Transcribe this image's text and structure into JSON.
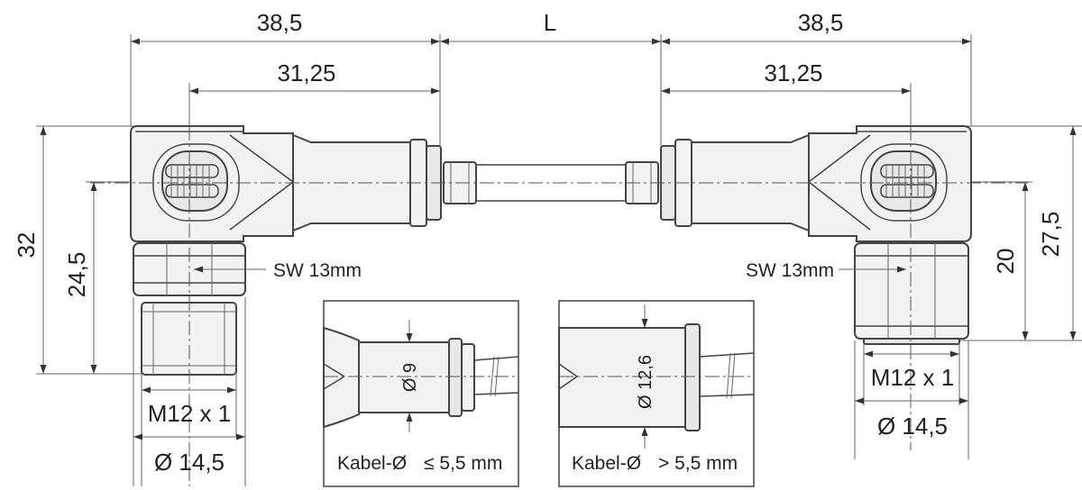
{
  "dimensions": {
    "left_total": "38,5",
    "cable_length": "L",
    "right_total": "38,5",
    "left_inner": "31,25",
    "right_inner": "31,25",
    "left_height": "32",
    "left_axis": "24,5",
    "right_height": "27,5",
    "right_axis": "20"
  },
  "labels": {
    "left_wrench": "SW 13mm",
    "right_wrench": "SW 13mm",
    "left_thread": "M12 x 1",
    "right_thread": "M12 x 1",
    "left_diameter": "Ø 14,5",
    "right_diameter": "Ø 14,5"
  },
  "details": {
    "small": {
      "diameter": "Ø 9",
      "cable_label": "Kabel-Ø",
      "condition": "≤ 5,5 mm"
    },
    "large": {
      "diameter": "Ø 12,6",
      "cable_label": "Kabel-Ø",
      "condition": "> 5,5 mm"
    }
  }
}
